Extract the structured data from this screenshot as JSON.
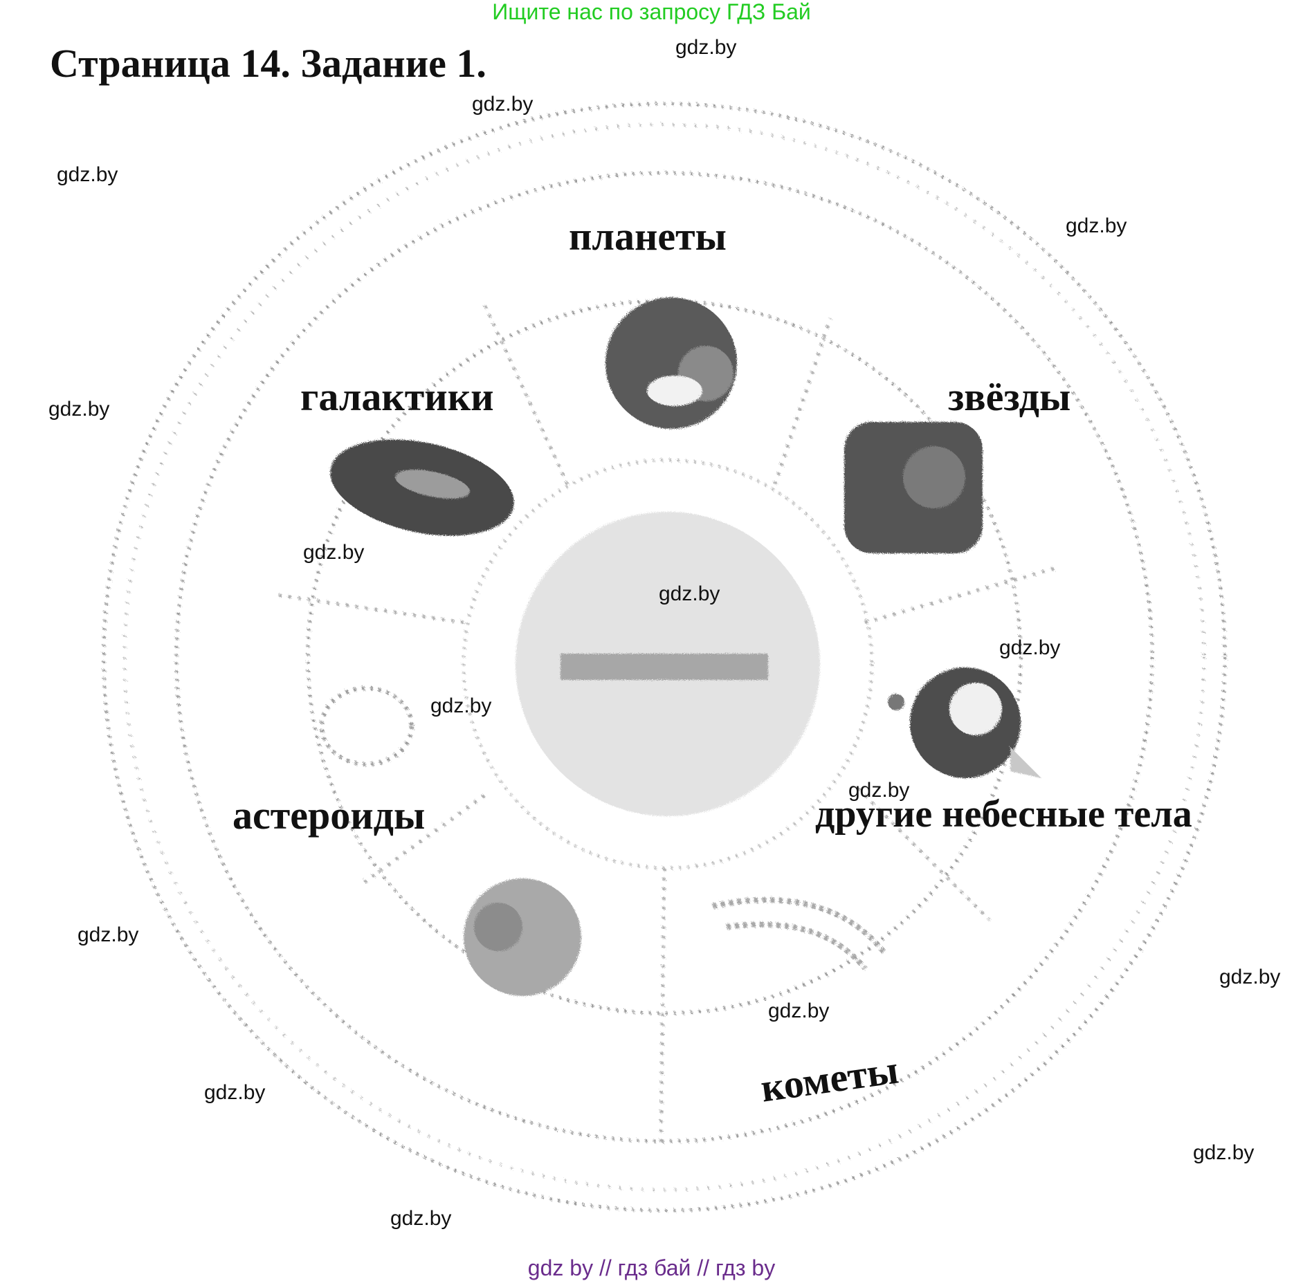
{
  "banner": "Ищите нас по запросу ГДЗ Бай",
  "title": "Страница 14. Задание 1.",
  "labels": {
    "planets": "планеты",
    "galaxies": "галактики",
    "stars": "звёзды",
    "asteroids": "астероиды",
    "other": "другие небесные тела",
    "comets": "кометы"
  },
  "watermark": "gdz.by",
  "footer": "gdz by  //  гдз бай  //  гдз by"
}
